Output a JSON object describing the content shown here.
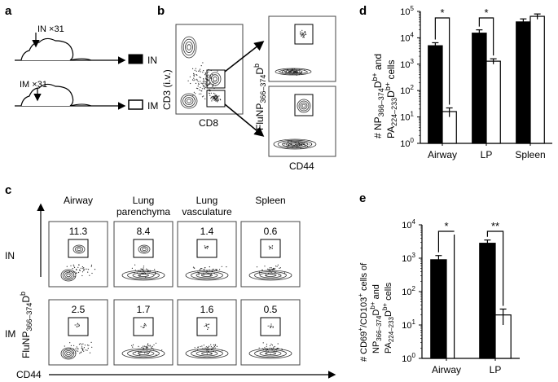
{
  "panels": {
    "a": {
      "label": "a",
      "route_in": "IN ×31",
      "route_im": "IM ×31",
      "legend_in": "IN",
      "legend_im": "IM"
    },
    "b": {
      "label": "b",
      "y_axis": "CD3 (i.v.)",
      "x_axis": "CD8",
      "tet_axis_main": "FluNP",
      "tet_axis_sub": "366–374",
      "tet_axis_sup": "b",
      "tet_axis_D": "D",
      "cd44_axis": "CD44"
    },
    "c": {
      "label": "c",
      "columns": [
        "Airway",
        "Lung parenchyma",
        "Lung vasculature",
        "Spleen"
      ],
      "col_line1": [
        "Airway",
        "Lung",
        "Lung",
        "Spleen"
      ],
      "col_line2": [
        "",
        "parenchyma",
        "vasculature",
        ""
      ],
      "rows": [
        "IN",
        "IM"
      ],
      "values_in": [
        "11.3",
        "8.4",
        "1.4",
        "0.6"
      ],
      "values_im": [
        "2.5",
        "1.7",
        "1.6",
        "0.5"
      ],
      "y_axis_main": "FluNP",
      "y_axis_sub": "366–374",
      "y_axis_D": "D",
      "y_axis_sup": "b",
      "x_axis": "CD44"
    },
    "d": {
      "label": "d",
      "sig": [
        "*",
        "*"
      ]
    },
    "e": {
      "label": "e",
      "sig": [
        "*",
        "**"
      ]
    }
  },
  "chart_data": [
    {
      "type": "bar",
      "panel": "d",
      "categories": [
        "Airway",
        "LP",
        "Spleen"
      ],
      "series": [
        {
          "name": "IN",
          "values": [
            5000,
            15000,
            40000
          ],
          "errors": [
            1500,
            5000,
            12000
          ],
          "color": "#000000"
        },
        {
          "name": "IM",
          "values": [
            16,
            1300,
            65000
          ],
          "errors": [
            6,
            300,
            15000
          ],
          "color": "#ffffff"
        }
      ],
      "ylabel_line1": "# NP",
      "ylabel_line1_sub": "366–374",
      "ylabel_line1_D": "D",
      "ylabel_line1_sup": "b+",
      "ylabel_line1_end": " and",
      "ylabel_line2": "PA",
      "ylabel_line2_sub": "224–233",
      "ylabel_line2_D": "D",
      "ylabel_line2_sup": "b+",
      "ylabel_line2_end": " cells",
      "yscale": "log",
      "ylim": [
        1,
        100000
      ],
      "yticks": [
        "10",
        "10",
        "10",
        "10",
        "10",
        "10"
      ],
      "ytick_exp": [
        "0",
        "1",
        "2",
        "3",
        "4",
        "5"
      ]
    },
    {
      "type": "bar",
      "panel": "e",
      "categories": [
        "Airway",
        "LP"
      ],
      "series": [
        {
          "name": "IN",
          "values": [
            900,
            2800
          ],
          "errors": [
            300,
            700
          ],
          "color": "#000000"
        },
        {
          "name": "IM",
          "values": [
            0,
            20
          ],
          "errors": [
            0,
            10
          ],
          "color": "#ffffff"
        }
      ],
      "ylabel_line1": "# CD69",
      "ylabel_line1_sup": "+",
      "ylabel_line1_mid": "/CD103",
      "ylabel_line1_sup2": "+",
      "ylabel_line1_end": " cells of",
      "ylabel_line2": "NP",
      "ylabel_line2_sub": "366–374",
      "ylabel_line2_D": "D",
      "ylabel_line2_sup": "b+",
      "ylabel_line2_end": " and",
      "ylabel_line3": "PA",
      "ylabel_line3_sub": "224–233",
      "ylabel_line3_D": "D",
      "ylabel_line3_sup": "b+",
      "ylabel_line3_end": " cells",
      "yscale": "log",
      "ylim": [
        1,
        10000
      ],
      "yticks": [
        "10",
        "10",
        "10",
        "10",
        "10"
      ],
      "ytick_exp": [
        "0",
        "1",
        "2",
        "3",
        "4"
      ]
    }
  ]
}
